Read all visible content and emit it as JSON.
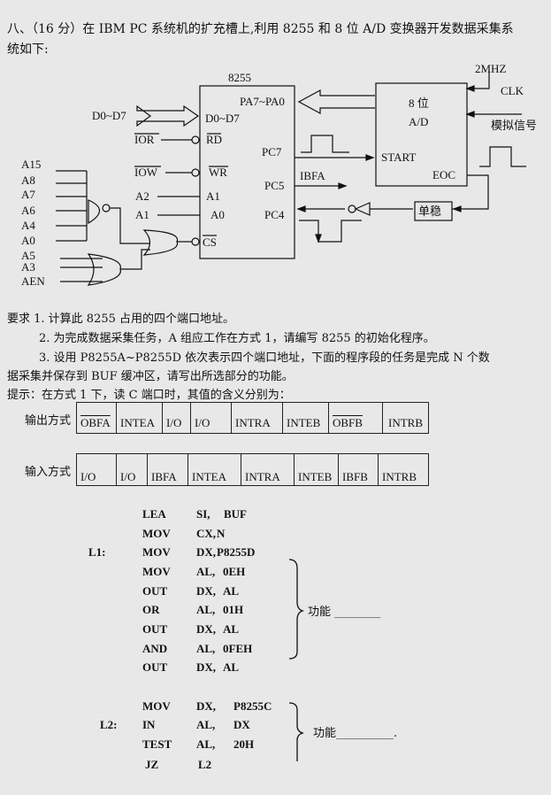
{
  "question": {
    "line1": "八、（16 分）在 IBM PC 系统机的扩充槽上,利用 8255 和 8 位 A/D 变换器开发数据采集系",
    "line2": "统如下:"
  },
  "diagram": {
    "chip": "8255",
    "pa": "PA7~PA0",
    "d_ext": "D0~D7",
    "d_int": "D0~D7",
    "ior": "IOR",
    "rd": "RD",
    "iow": "IOW",
    "wr": "WR",
    "a2": "A2",
    "a1_in": "A1",
    "a1": "A1",
    "a0_in": "A0",
    "cs": "CS",
    "pc7": "PC7",
    "pc5": "PC5",
    "pc4": "PC4",
    "ibfa": "IBFA",
    "ad1": "8 位",
    "ad2": "A/D",
    "start": "START",
    "eoc": "EOC",
    "clk_freq": "2MHZ",
    "clk": "CLK",
    "analog": "模拟信号",
    "mono": "单稳",
    "addr": [
      "A15",
      "A8",
      "A7",
      "A6",
      "A4",
      "A0",
      "A5",
      "A3",
      "AEN"
    ]
  },
  "requirements": {
    "r1": "要求 1. 计算此 8255 占用的四个端口地址。",
    "r2": "2. 为完成数据采集任务，A 组应工作在方式 1，请编写 8255 的初始化程序。",
    "r3a": "3. 设用 P8255A~P8255D 依次表示四个端口地址，下面的程序段的任务是完成 N 个数",
    "r3b": "据采集并保存到 BUF 缓冲区，请写出所选部分的功能。",
    "hint": "提示：在方式 1 下，读 C 端口时，其值的含义分别为："
  },
  "tables": {
    "out_label": "输出方式",
    "out": [
      "OBFA",
      "INTEA",
      "I/O",
      "I/O",
      "INTRA",
      "INTEB",
      "OBFB",
      "INTRB"
    ],
    "in_label": "输入方式",
    "in": [
      "I/O",
      "I/O",
      "IBFA",
      "INTEA",
      "INTRA",
      "INTEB",
      "IBFB",
      "INTRB"
    ]
  },
  "code": [
    {
      "label": "",
      "op": "LEA",
      "a": "SI,",
      "b": "BUF"
    },
    {
      "label": "",
      "op": "MOV",
      "a": "CX,",
      "b": "N"
    },
    {
      "label": "L1:",
      "op": "MOV",
      "a": "DX,",
      "b": "P8255D"
    },
    {
      "label": "",
      "op": "MOV",
      "a": "AL,",
      "b": "0EH"
    },
    {
      "label": "",
      "op": "OUT",
      "a": "DX,",
      "b": "AL"
    },
    {
      "label": "",
      "op": "OR",
      "a": "AL,",
      "b": "01H"
    },
    {
      "label": "",
      "op": "OUT",
      "a": "DX,",
      "b": "AL"
    },
    {
      "label": "",
      "op": "AND",
      "a": "AL,",
      "b": "0FEH"
    },
    {
      "label": "",
      "op": "OUT",
      "a": "DX,",
      "b": "AL"
    },
    {
      "label": "",
      "op": "MOV",
      "a": "DX,",
      "b": "P8255C"
    },
    {
      "label": "L2:",
      "op": "IN",
      "a": "AL,",
      "b": "DX"
    },
    {
      "label": "",
      "op": "TEST",
      "a": "AL,",
      "b": "20H"
    },
    {
      "label": "",
      "op": "JZ",
      "a": "L2",
      "b": ""
    }
  ],
  "func1": "功能 ________",
  "func2": "功能__________."
}
